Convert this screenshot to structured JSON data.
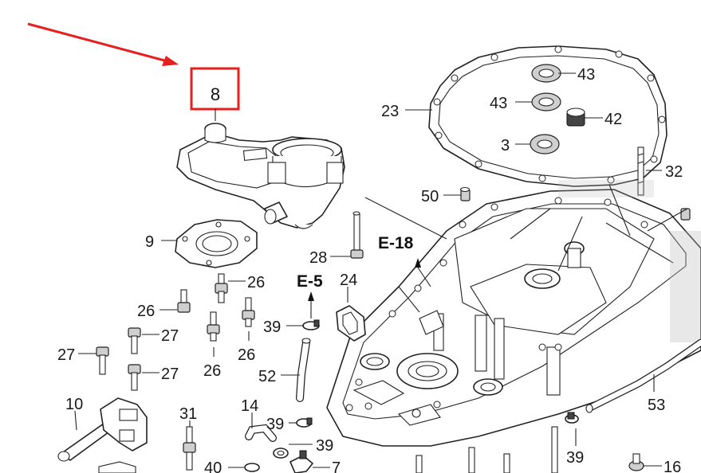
{
  "highlight": {
    "part_number": "8",
    "box_color": "#e5201f",
    "arrow_color": "#e5201f"
  },
  "parts": [
    {
      "id": "p43a",
      "number": "43"
    },
    {
      "id": "p43b",
      "number": "43"
    },
    {
      "id": "p23",
      "number": "23"
    },
    {
      "id": "p42",
      "number": "42"
    },
    {
      "id": "p3",
      "number": "3"
    },
    {
      "id": "p32",
      "number": "32"
    },
    {
      "id": "p50",
      "number": "50"
    },
    {
      "id": "p9",
      "number": "9"
    },
    {
      "id": "p28",
      "number": "28"
    },
    {
      "id": "p26a",
      "number": "26"
    },
    {
      "id": "p24",
      "number": "24"
    },
    {
      "id": "p26b",
      "number": "26"
    },
    {
      "id": "p27a",
      "number": "27"
    },
    {
      "id": "p39a",
      "number": "39"
    },
    {
      "id": "p27b",
      "number": "27"
    },
    {
      "id": "p26c",
      "number": "26"
    },
    {
      "id": "p27c",
      "number": "27"
    },
    {
      "id": "p26d",
      "number": "26"
    },
    {
      "id": "p52",
      "number": "52"
    },
    {
      "id": "p53",
      "number": "53"
    },
    {
      "id": "p10",
      "number": "10"
    },
    {
      "id": "p31",
      "number": "31"
    },
    {
      "id": "p14",
      "number": "14"
    },
    {
      "id": "p39b",
      "number": "39"
    },
    {
      "id": "p39c",
      "number": "39"
    },
    {
      "id": "p39d",
      "number": "39"
    },
    {
      "id": "p40",
      "number": "40"
    },
    {
      "id": "p7",
      "number": "7"
    },
    {
      "id": "p16",
      "number": "16"
    }
  ],
  "references": [
    {
      "id": "e18",
      "label": "E-18"
    },
    {
      "id": "e5",
      "label": "E-5"
    }
  ]
}
